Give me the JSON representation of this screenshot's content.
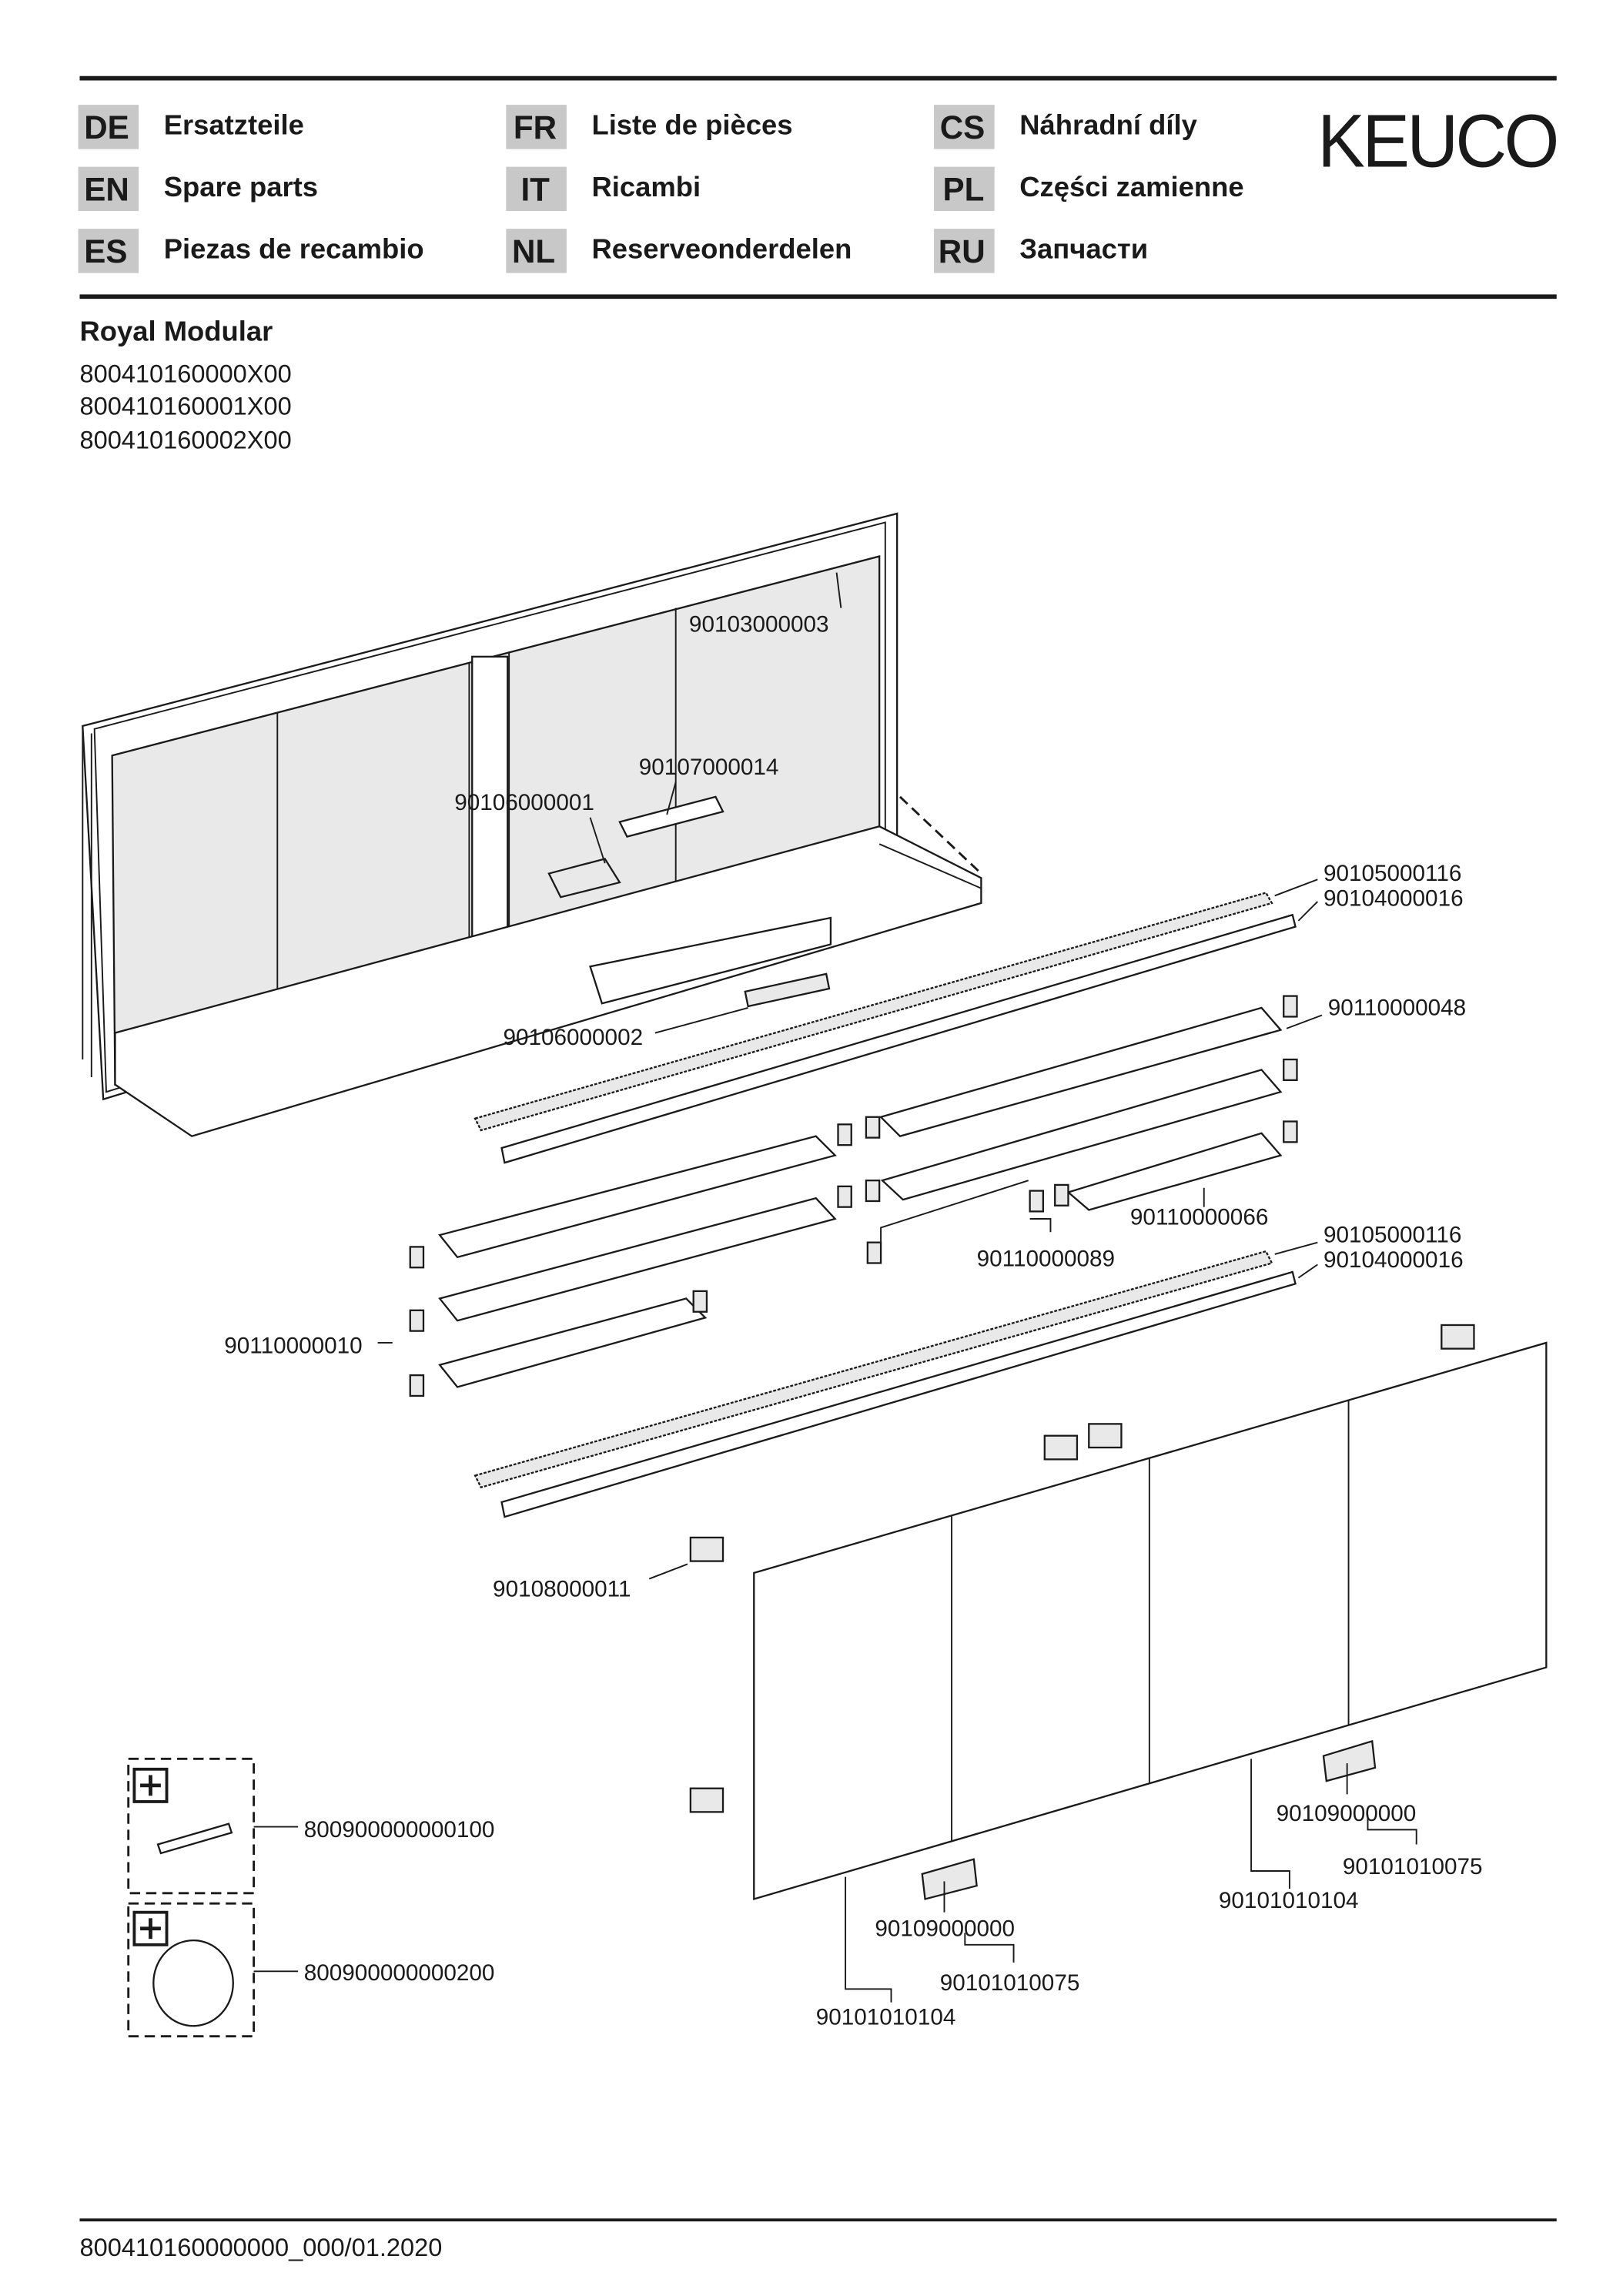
{
  "header": {
    "languages": [
      {
        "code": "DE",
        "label": "Ersatzteile"
      },
      {
        "code": "EN",
        "label": "Spare parts"
      },
      {
        "code": "ES",
        "label": "Piezas de recambio"
      },
      {
        "code": "FR",
        "label": "Liste de pièces"
      },
      {
        "code": "IT",
        "label": "Ricambi"
      },
      {
        "code": "NL",
        "label": "Reserveonderdelen"
      },
      {
        "code": "CS",
        "label": "Náhradní díly"
      },
      {
        "code": "PL",
        "label": "Części zamienne"
      },
      {
        "code": "RU",
        "label": "Запчасти"
      }
    ],
    "logo": "KEUCO",
    "badge_color": "#c8c8c8"
  },
  "product": {
    "name": "Royal Modular",
    "articles": [
      "800410160000X00",
      "800410160001X00",
      "800410160002X00"
    ]
  },
  "parts": {
    "screws": "90103000003",
    "led_driver_cover": "90107000014",
    "transformer": "90106000001",
    "light_strip_top": "90105000116",
    "profile_top": "90104000016",
    "shelf_long": "90110000048",
    "switch": "90106000002",
    "shelf_short": "90110000066",
    "shelf_holder_pair": "90110000089",
    "light_strip_bottom": "90105000116",
    "profile_bottom": "90104000016",
    "shelf_holders_left": "90110000010",
    "hinge": "90108000011",
    "accessory_1": "800900000000100",
    "accessory_2": "800900000000200",
    "door_handle_right": "90109000000",
    "door_right_075": "90101010075",
    "door_right_104": "90101010104",
    "door_handle_left": "90109000000",
    "door_left_075": "90101010075",
    "door_left_104": "90101010104"
  },
  "footer": {
    "doc_id": "800410160000000_000/01.2020"
  }
}
